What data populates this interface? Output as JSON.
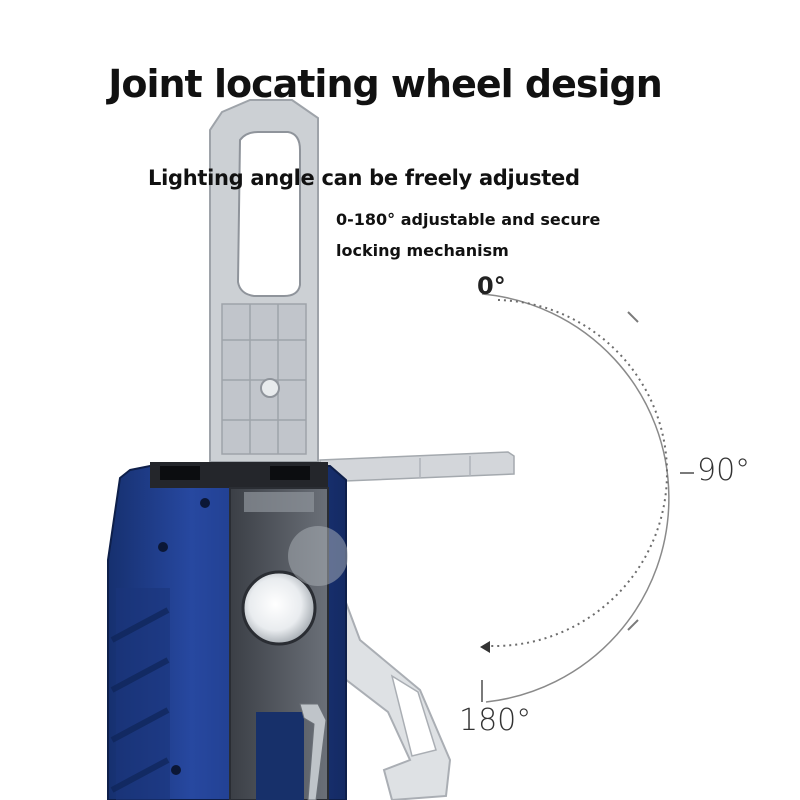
{
  "headline": "Joint locating wheel design",
  "subheadline": "Lighting angle can be freely adjusted",
  "description": {
    "line1": "0-180° adjustable and secure",
    "line2": "locking mechanism"
  },
  "angles": {
    "start": "0°",
    "middle": "90°",
    "end": "180°"
  },
  "colors": {
    "body_blue": "#1f3f8f",
    "hook_gray": "#c9cdd2",
    "text": "#111111"
  }
}
